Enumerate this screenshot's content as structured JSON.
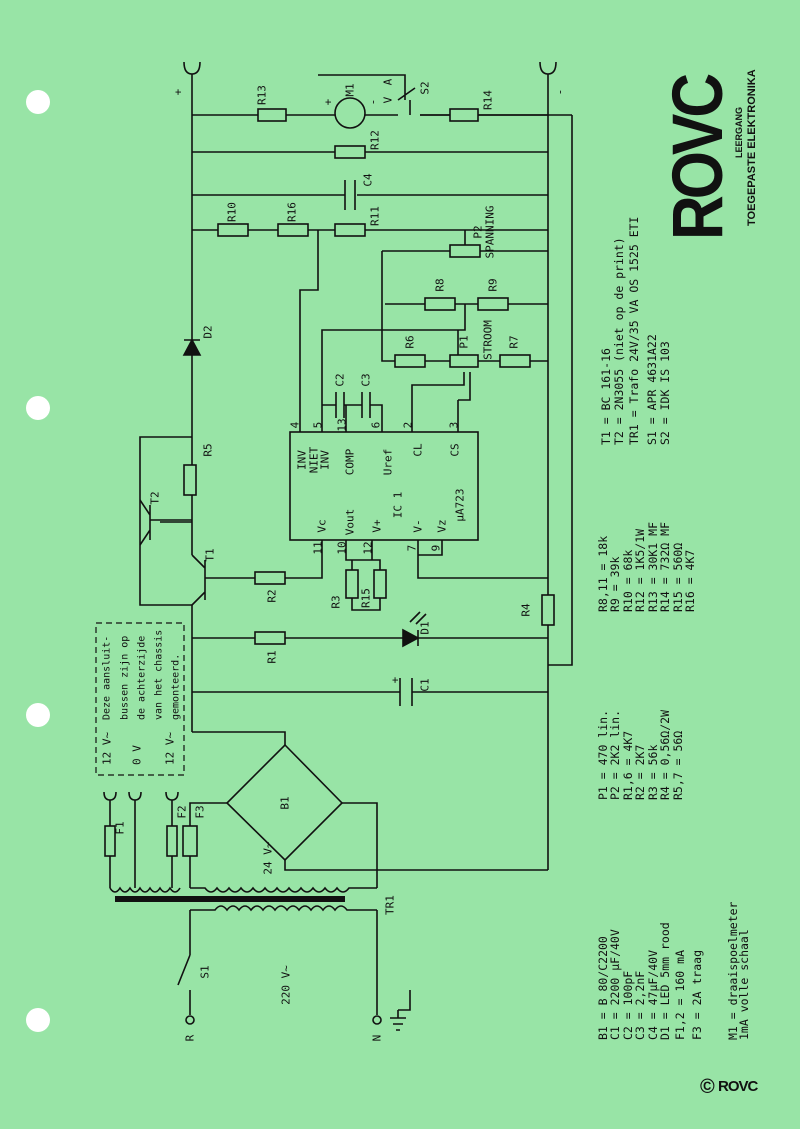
{
  "schematic": {
    "plus": "+",
    "minus": "-",
    "R13": "R13",
    "M1": "M1",
    "V": "V",
    "A": "A",
    "S2": "S2",
    "R14": "R14",
    "R12": "R12",
    "C4": "C4",
    "R10": "R10",
    "R16": "R16",
    "R11": "R11",
    "P2": "P2",
    "spanning": "SPANNING",
    "R8": "R8",
    "R9": "R9",
    "R6": "R6",
    "P1": "P1",
    "stroom": "STROOM",
    "R7": "R7",
    "D2": "D2",
    "C2": "C2",
    "C3": "C3",
    "R5": "R5",
    "T2": "T2",
    "T1": "T1",
    "R2": "R2",
    "R3": "R3",
    "R15": "R15",
    "R4": "R4",
    "R1": "R1",
    "D1": "D1",
    "C1": "C1",
    "B1": "B1",
    "F1": "F1",
    "F2": "F2",
    "F3": "F3",
    "TR1": "TR1",
    "S1": "S1",
    "v24": "24 V~",
    "v220": "220 V~",
    "R": "R",
    "N": "N",
    "v12a": "12 V~",
    "v0": "0 V",
    "v12b": "12 V~",
    "ic": {
      "name": "IC 1",
      "type": "µA723",
      "INV": "INV",
      "NIET": "NIET",
      "NINV": "INV",
      "COMP": "COMP",
      "Uref": "Uref",
      "CL": "CL",
      "CS": "CS",
      "Vc": "Vc",
      "Vout": "Vout",
      "Vplus": "V+",
      "Vmin": "V-",
      "Vz": "Vz",
      "pins_top": [
        "4",
        "5",
        "13",
        "6",
        "2",
        "3"
      ],
      "pins_bottom": [
        "11",
        "10",
        "12",
        "7",
        "9"
      ]
    },
    "note": [
      "Deze aansluit-",
      "bussen zijn op",
      "de achterzijde",
      "van het chassis",
      "gemonteerd."
    ]
  },
  "parts_list_1": [
    "B1   = B 80/C2200",
    "C1   = 2200 µF/40V",
    "C2   = 100pF",
    "C3   = 2,2nF",
    "C4   = 47µF/40V",
    "D1   = LED 5mm rood",
    "F1,2 = 160 mA",
    "F3   = 2A traag",
    "M1   = draaispoelmeter",
    "         1mA volle schaal"
  ],
  "parts_list_2": [
    "P1   = 470  lin.",
    "P2   = 2K2  lin.",
    "R1,6 = 4K7",
    "R2   = 2K7",
    "R3   = 56k",
    "R4   = 0,56Ω/2W",
    "R5,7 = 56Ω"
  ],
  "parts_list_3": [
    "R8,11 = 18k",
    "R9    = 39k",
    "R10   = 68k",
    "R12   = 1K5/1W",
    "R13   = 30K1 MF",
    "R14   = 732Ω MF",
    "R15   = 560Ω",
    "R16   = 4K7"
  ],
  "parts_list_4": [
    "T1  = BC 161-16",
    "T2  = 2N3055 (niet op de print)",
    "TR1 = Trafo 24V/35 VA  OS 1525 ETI",
    "S1  = APR 4631A22",
    "S2  = IDK IS 103"
  ],
  "logo": {
    "brand": "ROVC",
    "subtitle": "LEERGANG",
    "title": "TOEGEPASTE ELEKTRONIKA"
  },
  "copyright": {
    "symbol": "©",
    "brand": "ROVC"
  }
}
